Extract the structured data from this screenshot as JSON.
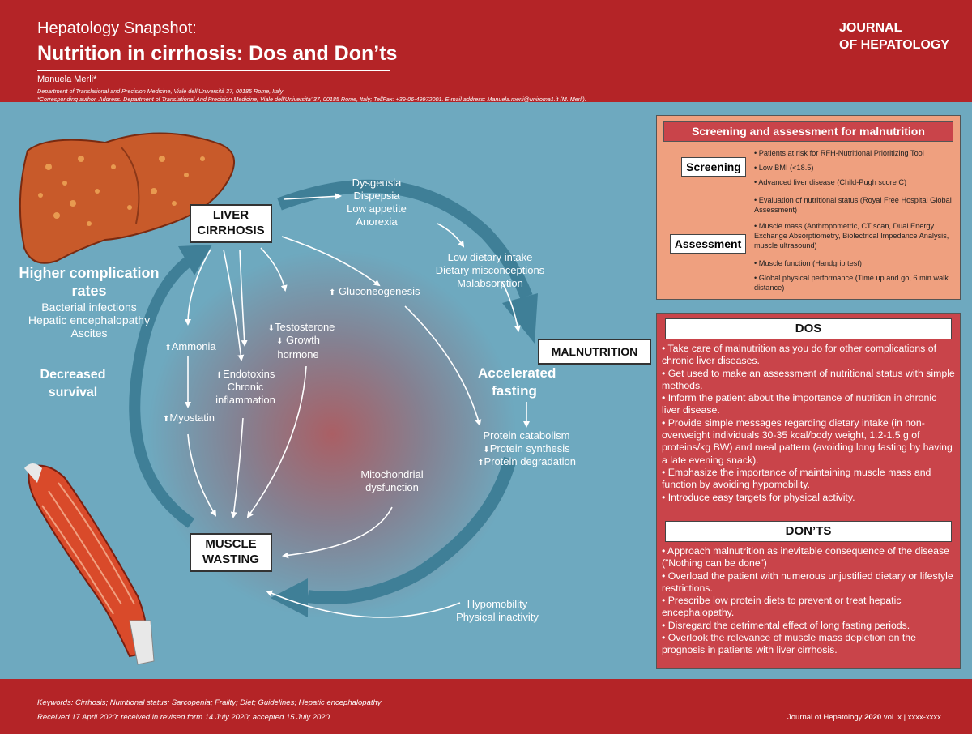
{
  "header": {
    "kicker": "Hepatology Snapshot:",
    "title": "Nutrition in cirrhosis: Dos and Don’ts",
    "author": "Manuela Merli*",
    "affiliation": "Department of Translational and Precision Medicine, Viale dell’Università 37, 00185 Rome, Italy",
    "corresponding": "*Corresponding author. Address: Department of Translational And Precision Medicine, Viale dell’Universita’ 37, 00185 Rome, Italy; Tel/Fax: +39-06-49972001. E-mail address: Manuela.merli@uniroma1.it (M. Merli).",
    "journal_line1": "JOURNAL",
    "journal_line2": "OF HEPATOLOGY"
  },
  "diagram": {
    "liver_cirrhosis": "LIVER CIRRHOSIS",
    "malnutrition": "MALNUTRITION",
    "muscle_wasting": "MUSCLE WASTING",
    "higher_complication_title": "Higher complication rates",
    "complications": [
      "Bacterial infections",
      "Hepatic encephalopathy",
      "Ascites"
    ],
    "decreased_survival": "Decreased survival",
    "intake_causes": [
      "Dysgeusia",
      "Dispepsia",
      "Low appetite",
      "Anorexia"
    ],
    "dietary_causes": [
      "Low dietary intake",
      "Dietary misconceptions",
      "Malabsorption"
    ],
    "gluconeogenesis": "Gluconeogenesis",
    "accelerated_fasting": "Accelerated fasting",
    "protein": [
      "Protein catabolism",
      "Protein synthesis",
      "Protein degradation"
    ],
    "testosterone": "Testosterone",
    "growth_hormone": "Growth hormone",
    "ammonia": "Ammonia",
    "endotoxins": "Endotoxins",
    "chronic_inflammation": "Chronic inflammation",
    "myostatin": "Myostatin",
    "mitochondrial": "Mitochondrial dysfunction",
    "hypomobility": "Hypomobility",
    "physical_inactivity": "Physical inactivity",
    "up_arrow": "⬆",
    "down_arrow": "⬇"
  },
  "screening": {
    "title": "Screening and assessment for malnutrition",
    "screening_label": "Screening",
    "screening_items": [
      "• Patients at risk for RFH-Nutritional Prioritizing Tool",
      "• Low BMI (<18.5)",
      "• Advanced liver disease (Child-Pugh score C)"
    ],
    "assessment_label": "Assessment",
    "assessment_items": [
      "• Evaluation of nutritional status (Royal Free Hospital Global Assessment)",
      "• Muscle mass (Anthropometric, CT scan, Dual Energy Exchange Absorptiometry, Biolectrical Impedance Analysis, muscle ultrasound)",
      "• Muscle function (Handgrip test)",
      "• Global physical performance (Time up and go, 6 min walk distance)"
    ]
  },
  "dos": {
    "title": "DOS",
    "items": [
      "• Take care of malnutrition as you do for other complications of chronic liver diseases.",
      "• Get used to make an assessment of nutritional status with simple methods.",
      "• Inform the patient about the importance of nutrition in chronic liver disease.",
      "• Provide simple messages regarding dietary intake (in non-overweight individuals 30-35 kcal/body weight, 1.2-1.5 g of proteins/kg BW) and meal pattern (avoiding long fasting by having a late evening snack).",
      "• Emphasize the importance of maintaining muscle mass and function by avoiding hypomobility.",
      "• Introduce easy targets for physical activity."
    ]
  },
  "donts": {
    "title": "DON’TS",
    "items": [
      "• Approach malnutrition as inevitable consequence of the disease (”Nothing can be done”)",
      "• Overload the patient with numerous unjustified dietary or lifestyle restrictions.",
      "• Prescribe low protein diets to prevent or treat hepatic encephalopathy.",
      "• Disregard the detrimental effect of long fasting periods.",
      "• Overlook the relevance of muscle mass depletion on the prognosis in patients with liver cirrhosis."
    ]
  },
  "footer": {
    "keywords": "Keywords: Cirrhosis; Nutritional status; Sarcopenia; Frailty; Diet; Guidelines; Hepatic encephalopathy",
    "received": "Received 17 April 2020; received in revised form 14 July 2020; accepted 15 July 2020.",
    "journal": "Journal of Hepatology",
    "year": "2020",
    "volume": "vol. x | xxxx-xxxx"
  },
  "colors": {
    "brand_red": "#b42427",
    "background_blue": "#6ea9bf",
    "cycle_arrow": "#3f7f97",
    "screening_panel": "#efa07f",
    "dos_panel": "#c9444a"
  }
}
